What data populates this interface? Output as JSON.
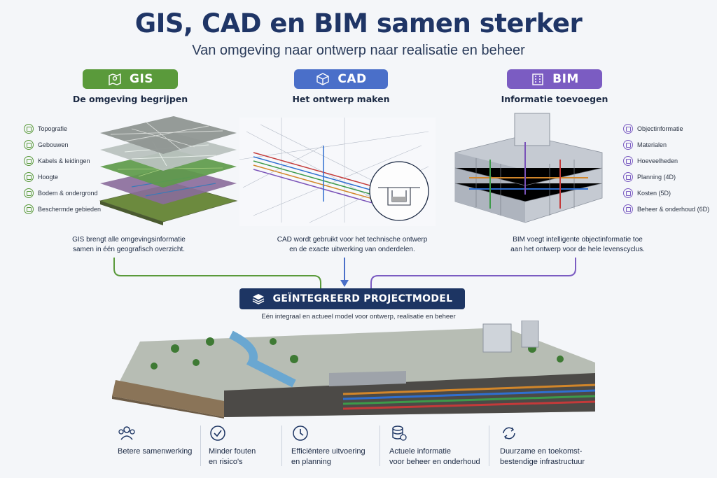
{
  "header": {
    "title": "GIS, CAD en BIM samen sterker",
    "subtitle": "Van omgeving naar ontwerp naar realisatie en beheer"
  },
  "colors": {
    "gis": "#5a9a3b",
    "cad": "#4a6fc9",
    "bim": "#7b5cc2",
    "navy": "#1d3563"
  },
  "gis": {
    "label": "GIS",
    "heading": "De omgeving begrijpen",
    "items": [
      {
        "icon": "map-icon",
        "label": "Topografie"
      },
      {
        "icon": "building-icon",
        "label": "Gebouwen"
      },
      {
        "icon": "cable-icon",
        "label": "Kabels & leidingen"
      },
      {
        "icon": "mountain-icon",
        "label": "Hoogte"
      },
      {
        "icon": "layers-icon",
        "label": "Bodem & ondergrond"
      },
      {
        "icon": "shield-icon",
        "label": "Beschermde gebieden"
      }
    ],
    "description": [
      "GIS brengt alle omgevingsinformatie",
      "samen in één geografisch overzicht."
    ]
  },
  "cad": {
    "label": "CAD",
    "heading": "Het ontwerp maken",
    "description": [
      "CAD wordt gebruikt voor het technische ontwerp",
      "en de exacte uitwerking van onderdelen."
    ]
  },
  "bim": {
    "label": "BIM",
    "heading": "Informatie toevoegen",
    "items": [
      {
        "icon": "info-icon",
        "label": "Objectinformatie"
      },
      {
        "icon": "material-icon",
        "label": "Materialen"
      },
      {
        "icon": "quantity-icon",
        "label": "Hoeveelheden"
      },
      {
        "icon": "calendar-icon",
        "label": "Planning (4D)"
      },
      {
        "icon": "euro-icon",
        "label": "Kosten (5D)"
      },
      {
        "icon": "gear-icon",
        "label": "Beheer & onderhoud (6D)"
      }
    ],
    "description": [
      "BIM voegt intelligente objectinformatie toe",
      "aan het ontwerp voor de hele levenscyclus."
    ]
  },
  "integrated": {
    "label": "GEÏNTEGREERD PROJECTMODEL",
    "subtitle": "Eén integraal en actueel model voor ontwerp, realisatie en beheer"
  },
  "benefits": [
    {
      "icon": "team-icon",
      "lines": [
        "Betere samenwerking"
      ]
    },
    {
      "icon": "check-circle-icon",
      "lines": [
        "Minder fouten",
        "en risico's"
      ]
    },
    {
      "icon": "clock-icon",
      "lines": [
        "Efficiëntere uitvoering",
        "en planning"
      ]
    },
    {
      "icon": "database-icon",
      "lines": [
        "Actuele informatie",
        "voor beheer en onderhoud"
      ]
    },
    {
      "icon": "cycle-icon",
      "lines": [
        "Duurzame en toekomst-",
        "bestendige infrastructuur"
      ]
    }
  ]
}
